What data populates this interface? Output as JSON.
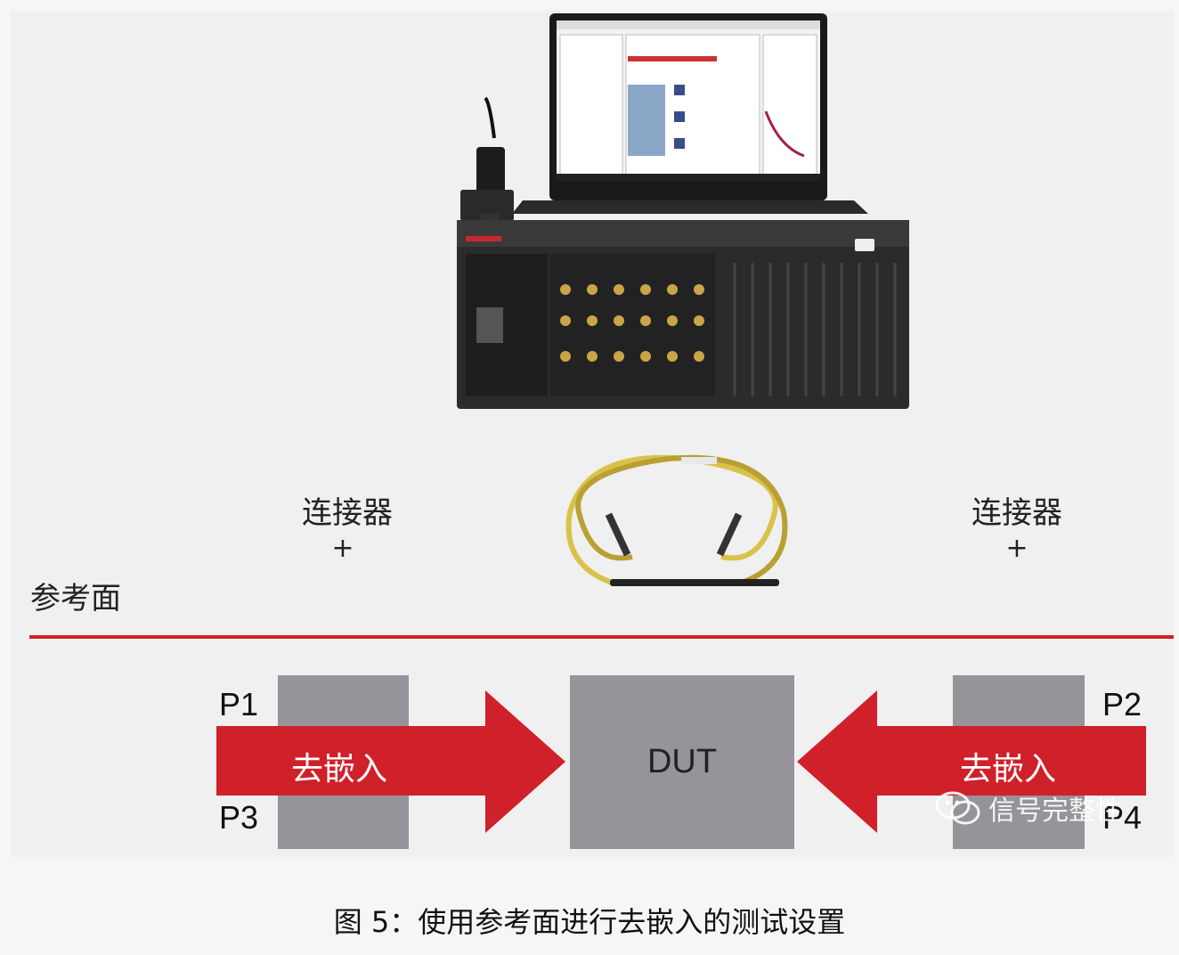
{
  "labels": {
    "connector_left": "连接器",
    "connector_right": "连接器",
    "plus_left": "+",
    "plus_right": "+",
    "reference_plane": "参考面",
    "deembed_left": "去嵌入",
    "deembed_right": "去嵌入",
    "dut": "DUT",
    "p1": "P1",
    "p2": "P2",
    "p3": "P3",
    "p4": "P4"
  },
  "watermark": {
    "text": "信号完整性",
    "icon": "wechat-icon"
  },
  "caption": "图 5：使用参考面进行去嵌入的测试设置",
  "colors": {
    "accent_red": "#d0202a",
    "fixture_gray": "#97939a",
    "cable_yellow": "#d9c24a"
  }
}
